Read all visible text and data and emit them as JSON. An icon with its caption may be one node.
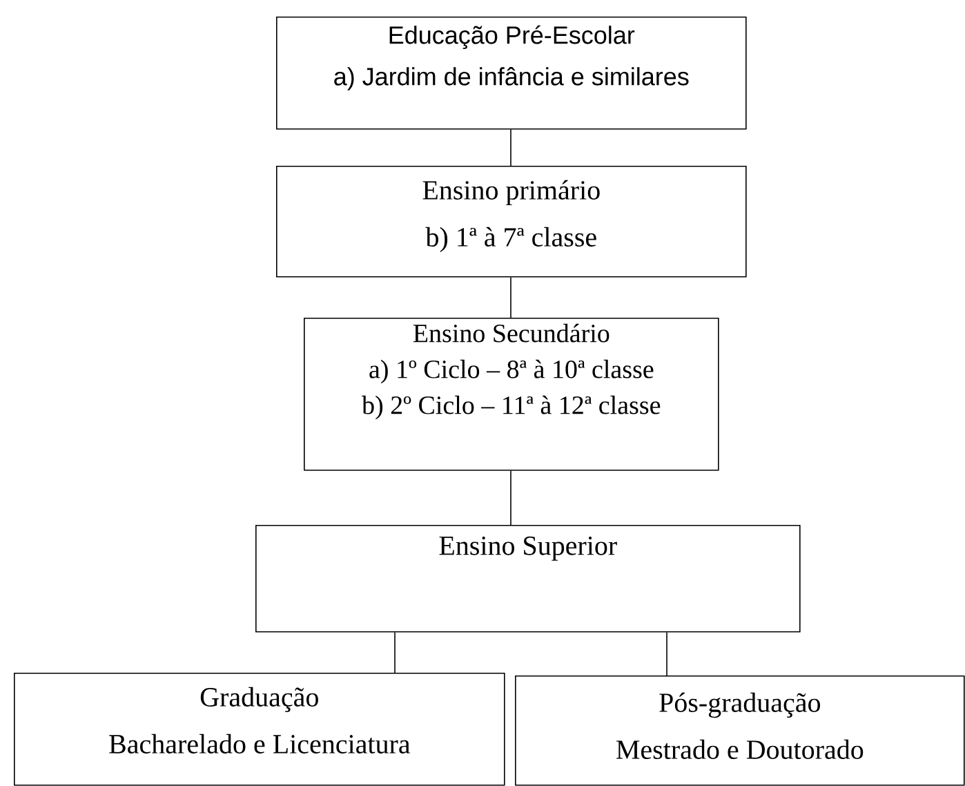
{
  "diagram": {
    "nodes": [
      {
        "text": [
          "Educação Pré-Escolar",
          "a) Jardim de infância e similares"
        ]
      },
      {
        "text": [
          "Ensino primário",
          "b) 1ª à 7ª classe"
        ]
      },
      {
        "text": [
          "Ensino Secundário",
          "a) 1º Ciclo – 8ª à 10ª classe",
          "b) 2º Ciclo – 11ª à 12ª classe"
        ]
      },
      {
        "text": [
          "Ensino Superior"
        ]
      },
      {
        "text": [
          "Graduação",
          "Bacharelado e Licenciatura"
        ]
      },
      {
        "text": [
          "Pós-graduação",
          "Mestrado e Doutorado"
        ]
      }
    ],
    "edges": [
      {
        "from": 0,
        "to": 1,
        "arrow": "none"
      },
      {
        "from": 1,
        "to": 2,
        "arrow": "none"
      },
      {
        "from": 2,
        "to": 3,
        "arrow": "none"
      },
      {
        "from": 3,
        "to": 4,
        "arrow": "none"
      },
      {
        "from": 3,
        "to": 5,
        "arrow": "none"
      }
    ]
  }
}
